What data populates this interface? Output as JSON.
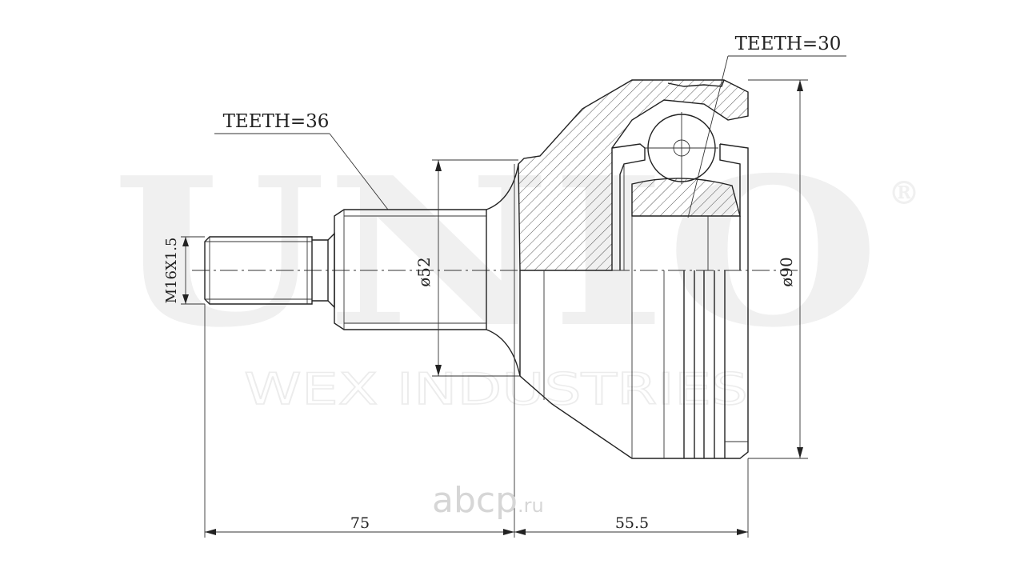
{
  "watermark": {
    "brand": "UNIO",
    "registered_mark": "®",
    "subtitle": "WEX INDUSTRIES"
  },
  "logo": {
    "name": "abcp",
    "text": "abcp",
    "suffix": ".ru"
  },
  "labels": {
    "teeth_outer": "TEETH=30",
    "teeth_inner": "TEETH=36",
    "thread": "M16X1.5",
    "shaft_diameter": "ø52",
    "body_diameter": "ø90",
    "shaft_length": "75",
    "body_length": "55.5"
  },
  "colors": {
    "line": "#222222",
    "watermark": "#f0f0f0",
    "logo": "#d6d6d6"
  }
}
